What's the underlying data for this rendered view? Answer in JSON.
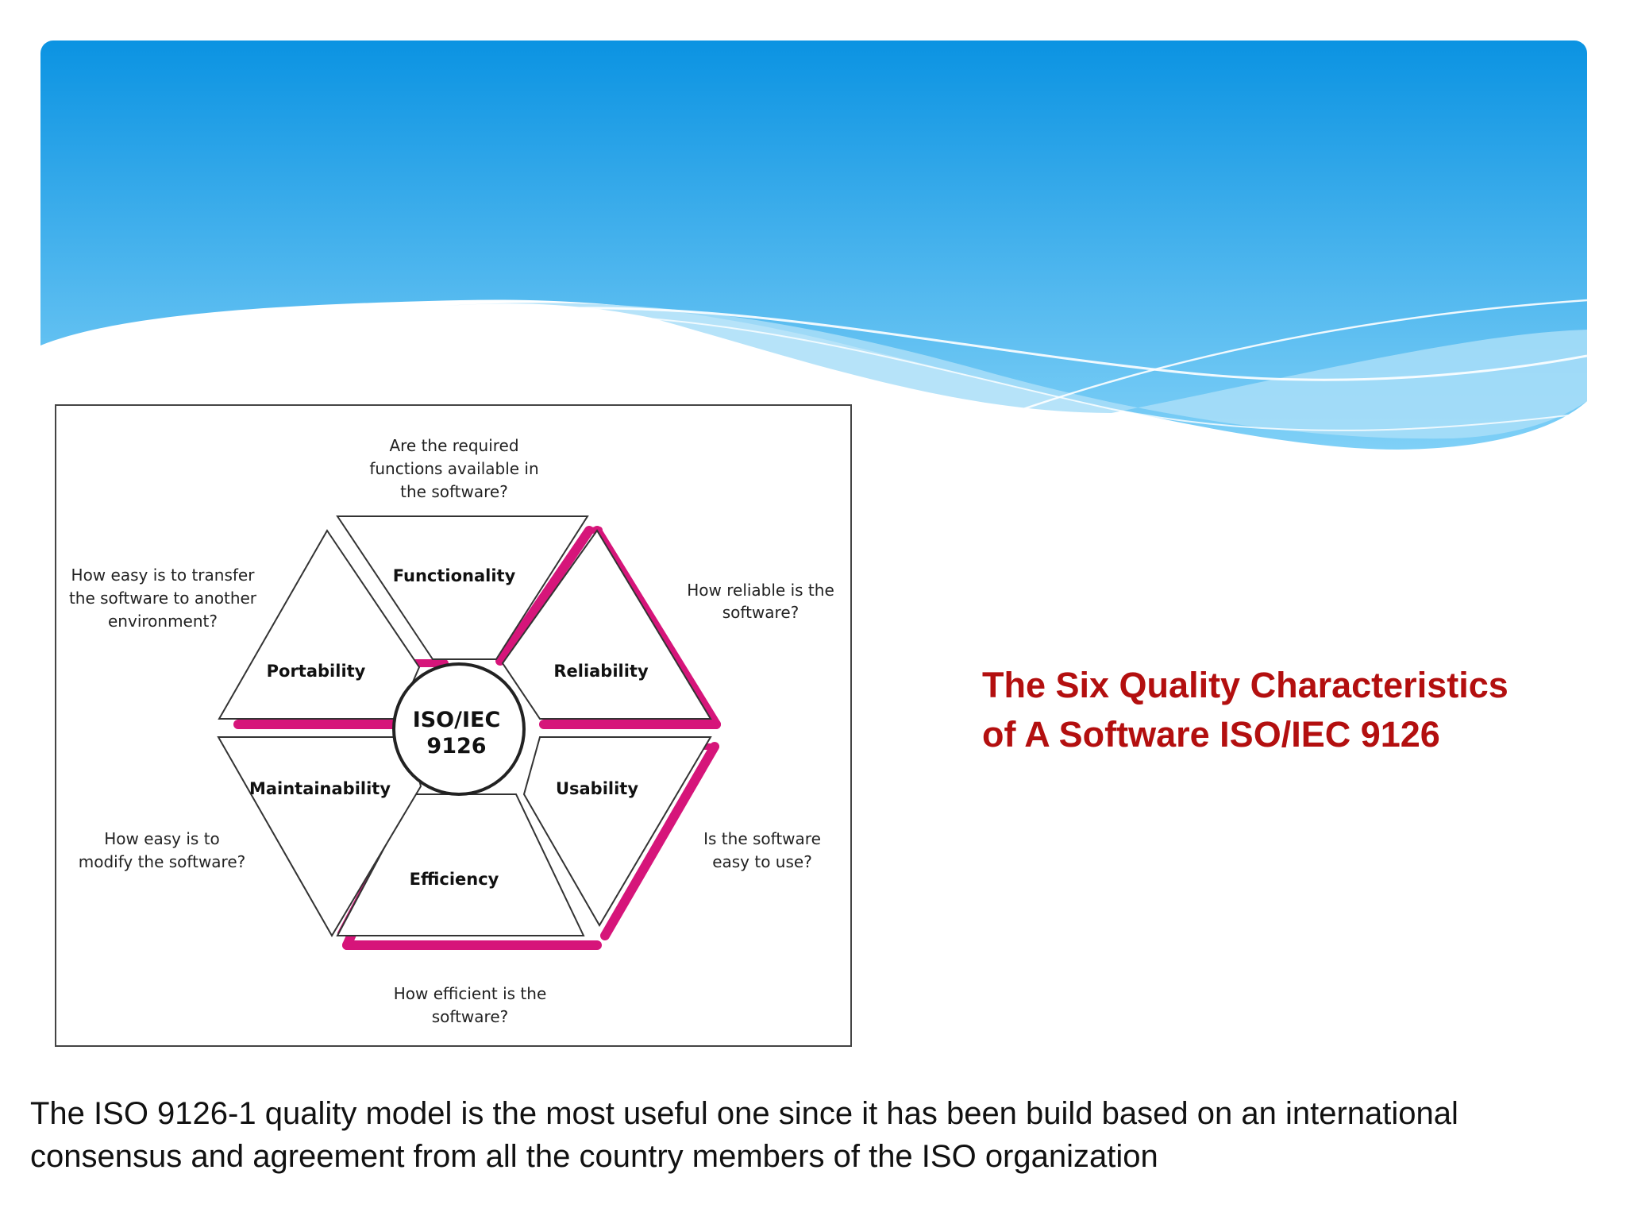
{
  "title": {
    "line1": "The Six Quality Characteristics",
    "line2": "of A Software ISO/IEC 9126"
  },
  "caption": {
    "line1": "The ISO 9126-1 quality model is the most useful one since it has been build based on an international",
    "line2": "consensus and agreement from all the country members of the ISO organization"
  },
  "diagram": {
    "center": {
      "line1": "ISO/IEC",
      "line2": "9126"
    },
    "labels": {
      "functionality": "Functionality",
      "reliability": "Reliability",
      "usability": "Usability",
      "efficiency": "Efficiency",
      "maintainability": "Maintainability",
      "portability": "Portability"
    },
    "questions": {
      "functionality": [
        "Are the required",
        "functions available in",
        "the software?"
      ],
      "reliability": [
        "How reliable is the",
        "software?"
      ],
      "usability": [
        "Is the software",
        "easy to use?"
      ],
      "efficiency": [
        "How efficient is the",
        "software?"
      ],
      "maintainability": [
        "How easy is to",
        "modify the software?"
      ],
      "portability": [
        "How easy is to transfer",
        "the software to another",
        "environment?"
      ]
    },
    "colors": {
      "accent": "#d6157a",
      "outline": "#333333"
    }
  },
  "theme": {
    "header_top": "#0b93e2",
    "header_bottom": "#6cc7f6",
    "title_color": "#b30f0f"
  }
}
